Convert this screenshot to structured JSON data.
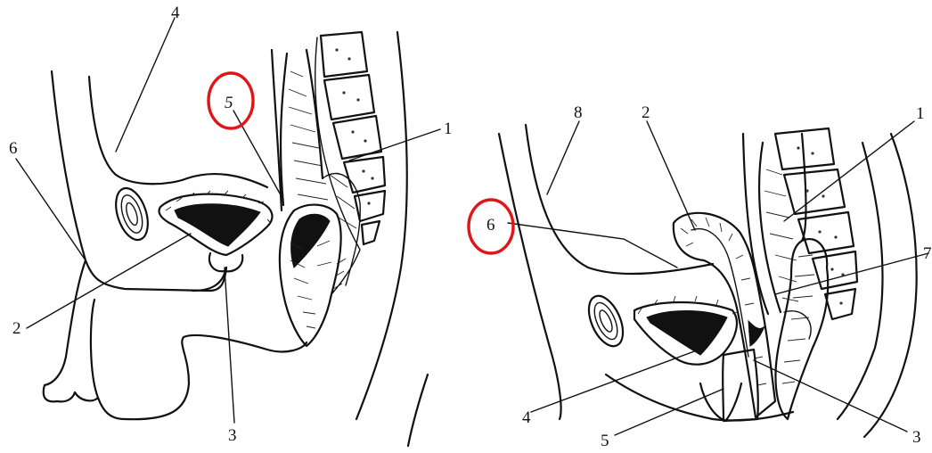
{
  "left_figure": {
    "labels": {
      "l1": "1",
      "l2": "2",
      "l3": "3",
      "l4": "4",
      "l5": "5",
      "l6": "6"
    },
    "highlighted_label": "5"
  },
  "right_figure": {
    "labels": {
      "r1": "1",
      "r2": "2",
      "r3": "3",
      "r4": "4",
      "r5": "5",
      "r6": "6",
      "r7": "7",
      "r8": "8"
    },
    "highlighted_label": "6"
  },
  "highlight_color": "#e01616"
}
